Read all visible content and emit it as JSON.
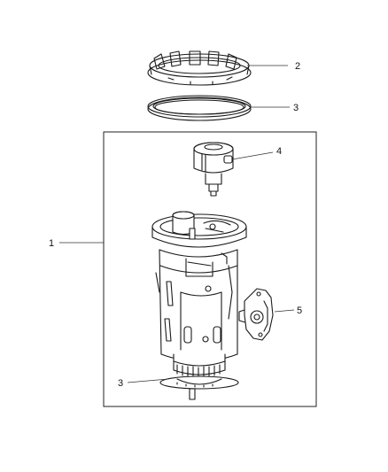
{
  "callouts": [
    {
      "id": "c1",
      "number": "1"
    },
    {
      "id": "c2",
      "number": "2"
    },
    {
      "id": "c3a",
      "number": "3"
    },
    {
      "id": "c3b",
      "number": "3"
    },
    {
      "id": "c4",
      "number": "4"
    },
    {
      "id": "c5",
      "number": "5"
    }
  ]
}
